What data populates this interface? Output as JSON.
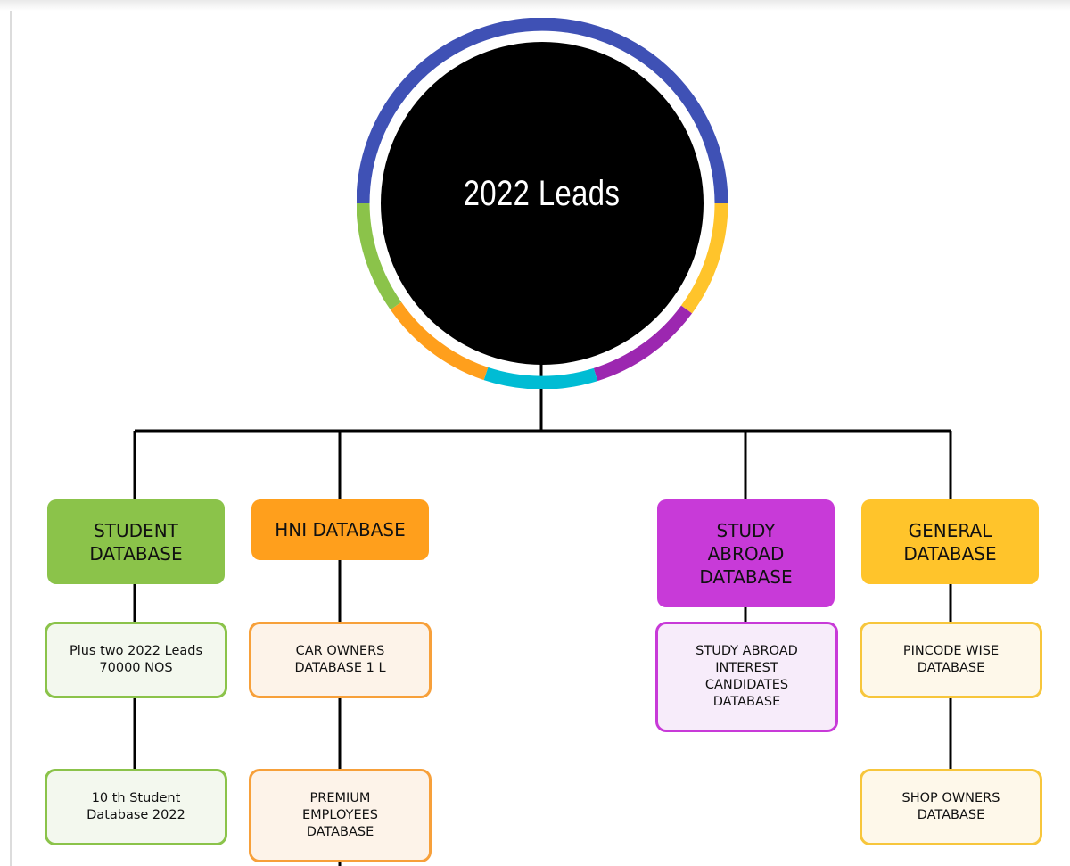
{
  "hub": {
    "title": "2022 Leads",
    "ring_colors": {
      "blue": "#3f51b5",
      "yellow": "#ffc42b",
      "purple": "#9c27b0",
      "cyan": "#00bcd4",
      "orange": "#ff9f1c",
      "green": "#8bc34a"
    }
  },
  "categories": {
    "student": {
      "label": "STUDENT DATABASE",
      "items": [
        "Plus two 2022 Leads 70000 NOS",
        "10 th Student Database 2022"
      ]
    },
    "hni": {
      "label": "HNI DATABASE",
      "items": [
        "CAR OWNERS DATABASE 1 L",
        "PREMIUM EMPLOYEES DATABASE"
      ]
    },
    "study_abroad": {
      "label": "STUDY ABROAD DATABASE",
      "items": [
        "STUDY ABROAD INTEREST CANDIDATES DATABASE"
      ]
    },
    "general": {
      "label": "GENERAL DATABASE",
      "items": [
        "PINCODE WISE DATABASE",
        "SHOP OWNERS DATABASE"
      ]
    }
  }
}
